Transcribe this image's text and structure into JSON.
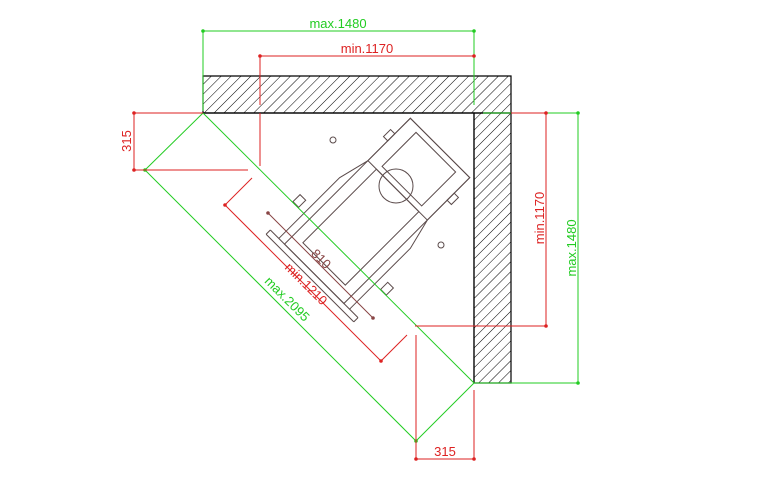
{
  "colors": {
    "green": "#22cc22",
    "red": "#dd2222",
    "dark_red": "#884444",
    "outline": "#5a4a4a",
    "wall": "#000000",
    "background": "#ffffff"
  },
  "dimensions": {
    "top_max": "max.1480",
    "top_min": "min.1170",
    "right_min": "min.1170",
    "right_max": "max.1480",
    "left_offset": "315",
    "bottom_offset": "315",
    "diag_810": "810",
    "diag_min": "min.1210",
    "diag_max": "max.2095"
  }
}
